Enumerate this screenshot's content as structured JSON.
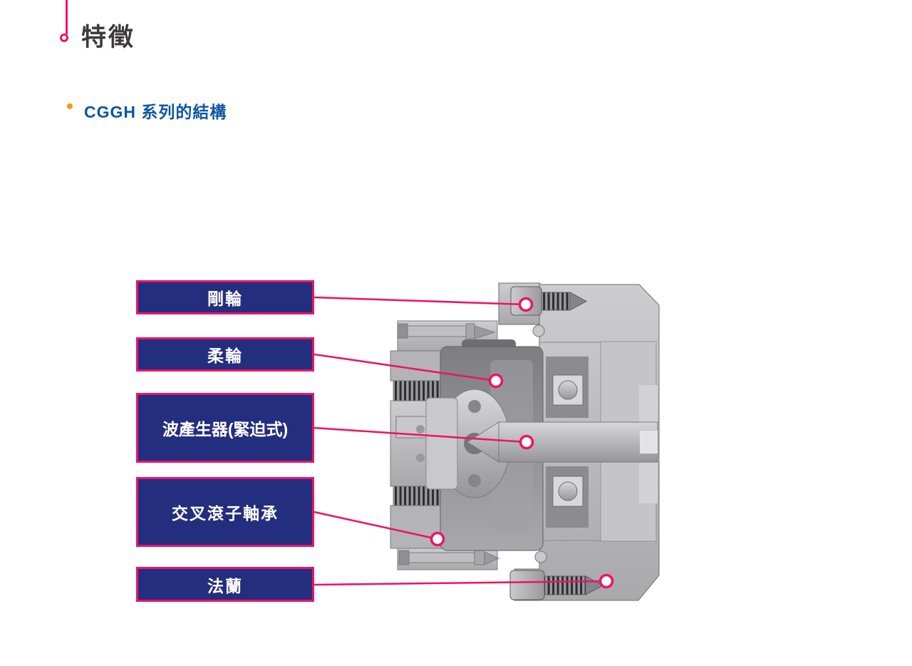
{
  "header": {
    "title": "特徵"
  },
  "section": {
    "heading": "CGGH 系列的結構"
  },
  "diagram": {
    "labels": [
      {
        "text": "剛輪"
      },
      {
        "text": "柔輪"
      },
      {
        "text": "波產生器(緊迫式)"
      },
      {
        "text": "交叉滾子軸承"
      },
      {
        "text": "法蘭"
      }
    ]
  },
  "colors": {
    "accent_pink": "#ED1368",
    "label_navy": "#232E7E",
    "heading_blue": "#0E56A0",
    "bullet_orange": "#F49C00",
    "title_gray": "#3E3A3B"
  }
}
